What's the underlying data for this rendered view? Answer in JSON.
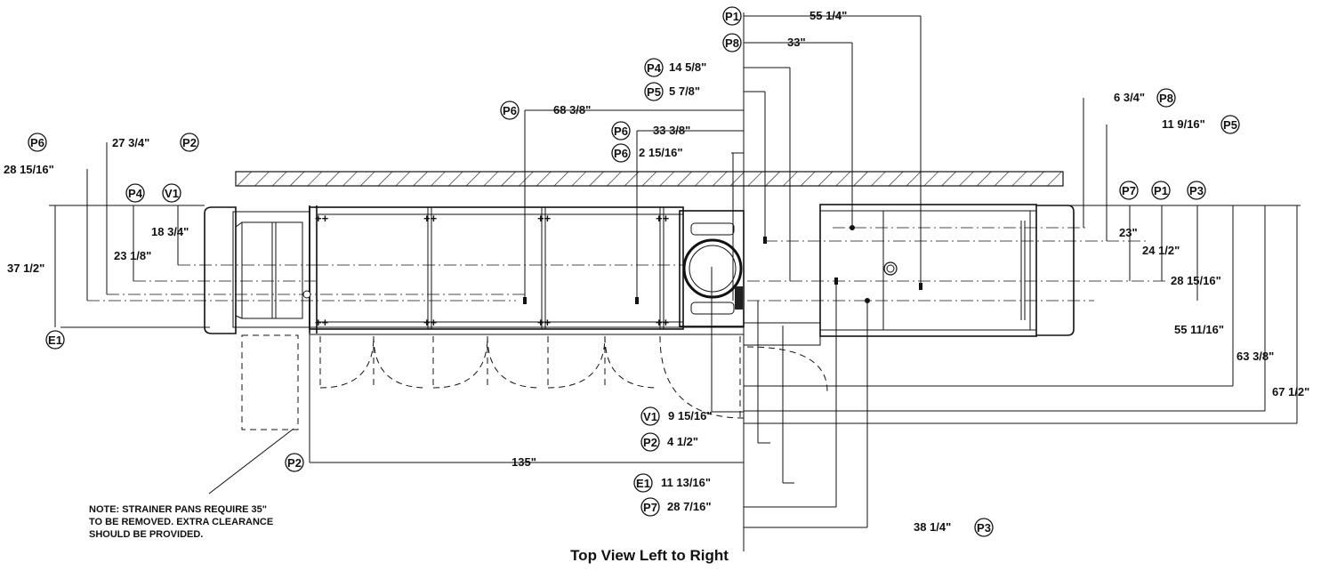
{
  "title": "Top View Left to Right",
  "note": {
    "line1": "NOTE: STRAINER PANS REQUIRE 35\"",
    "line2": "TO BE REMOVED. EXTRA CLEARANCE",
    "line3": "SHOULD BE PROVIDED."
  },
  "tags": {
    "p1": "P1",
    "p2": "P2",
    "p3": "P3",
    "p4": "P4",
    "p5": "P5",
    "p6": "P6",
    "p7": "P7",
    "p8": "P8",
    "v1": "V1",
    "e1": "E1"
  },
  "dims": {
    "p1_top": "55 1/4\"",
    "p8_top": "33\"",
    "p4_top": "14 5/8\"",
    "p5_top": "5 7/8\"",
    "p6_a": "68 3/8\"",
    "p6_b": "33 3/8\"",
    "p6_c": "2 15/16\"",
    "p2_left": "27 3/4\"",
    "p6_left": "28 15/16\"",
    "v1_left": "18 3/4\"",
    "p4_left": "23 1/8\"",
    "e1_left": "37 1/2\"",
    "p8_right": "6 3/4\"",
    "p5_right": "11 9/16\"",
    "p7_right": "23\"",
    "p1_right": "24 1/2\"",
    "p3_right": "28 15/16\"",
    "r1": "55 11/16\"",
    "r2": "63 3/8\"",
    "r3": "67 1/2\"",
    "v1_bottom": "9 15/16\"",
    "p2_bottom": "4 1/2\"",
    "p2_135": "135\"",
    "e1_bottom": "11 13/16\"",
    "p7_bottom": "28 7/16\"",
    "p3_bottom": "38 1/4\""
  }
}
